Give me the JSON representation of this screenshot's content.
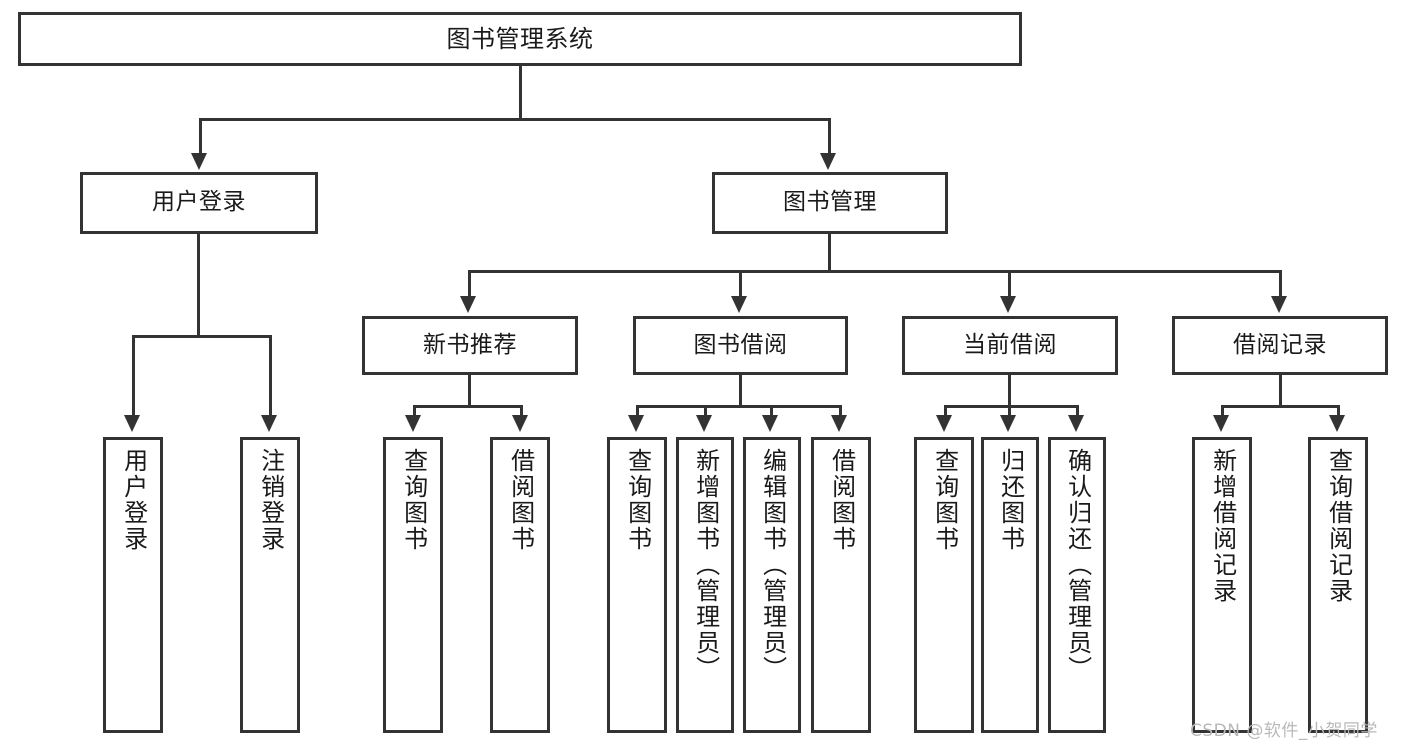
{
  "diagram": {
    "title": "图书管理系统",
    "type": "tree",
    "colors": {
      "border": "#333333",
      "fill": "#ffffff",
      "text": "#1a1a1a",
      "watermark": "#b9b9b9",
      "background": "#ffffff"
    }
  },
  "root": {
    "label": "图书管理系统"
  },
  "level1": [
    {
      "label": "用户登录"
    },
    {
      "label": "图书管理"
    }
  ],
  "level2": [
    {
      "label": "新书推荐"
    },
    {
      "label": "图书借阅"
    },
    {
      "label": "当前借阅"
    },
    {
      "label": "借阅记录"
    }
  ],
  "leaves": {
    "user_login": [
      {
        "label": "用户登录"
      },
      {
        "label": "注销登录"
      }
    ],
    "new_book_recommend": [
      {
        "label": "查询图书"
      },
      {
        "label": "借阅图书"
      }
    ],
    "book_borrow": [
      {
        "label": "查询图书"
      },
      {
        "label": "新增图书（管理员）"
      },
      {
        "label": "编辑图书（管理员）"
      },
      {
        "label": "借阅图书"
      }
    ],
    "current_borrow": [
      {
        "label": "查询图书"
      },
      {
        "label": "归还图书"
      },
      {
        "label": "确认归还（管理员）"
      }
    ],
    "borrow_record": [
      {
        "label": "新增借阅记录"
      },
      {
        "label": "查询借阅记录"
      }
    ]
  },
  "watermark": {
    "text": "CSDN @软件_小贺同学"
  }
}
